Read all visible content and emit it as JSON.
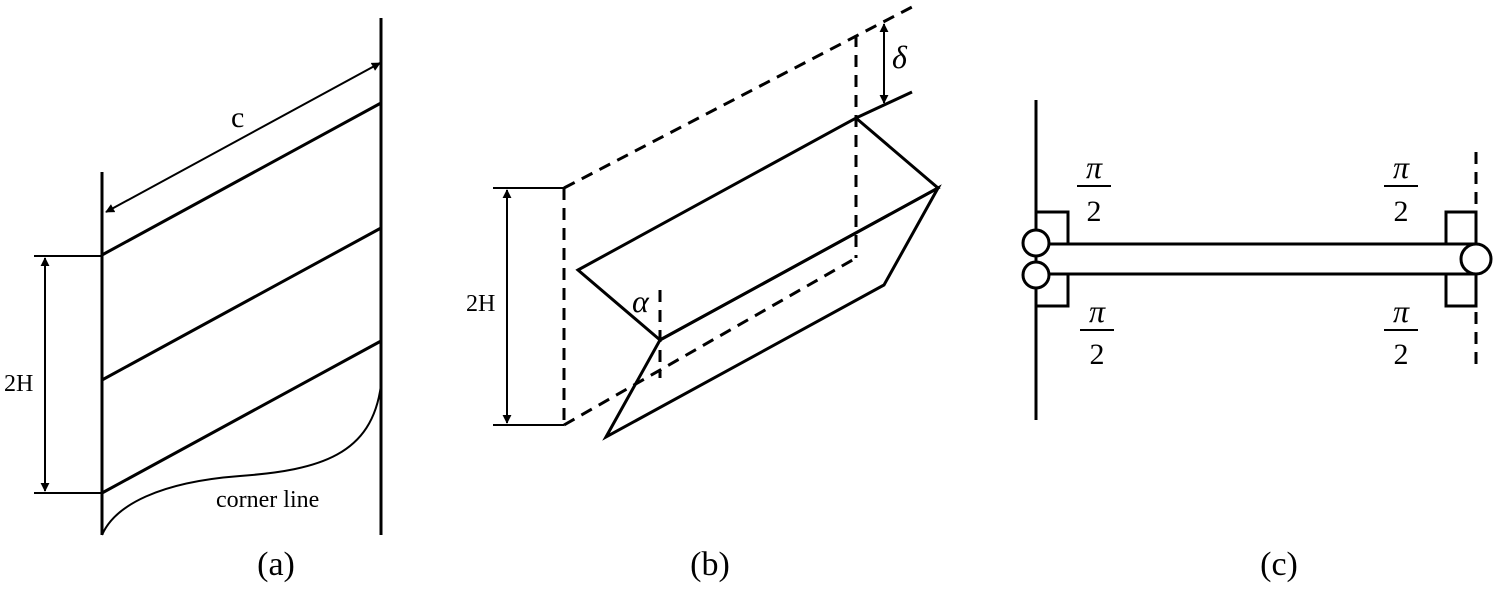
{
  "panel_a": {
    "label": "(a)",
    "dimension_c": "c",
    "dimension_2h": "2H",
    "corner_line": "corner line"
  },
  "panel_b": {
    "label": "(b)",
    "dimension_2h": "2H",
    "angle": "α",
    "offset": "δ"
  },
  "panel_c": {
    "label": "(c)",
    "fraction_numerator": "π",
    "fraction_denominator": "2"
  }
}
